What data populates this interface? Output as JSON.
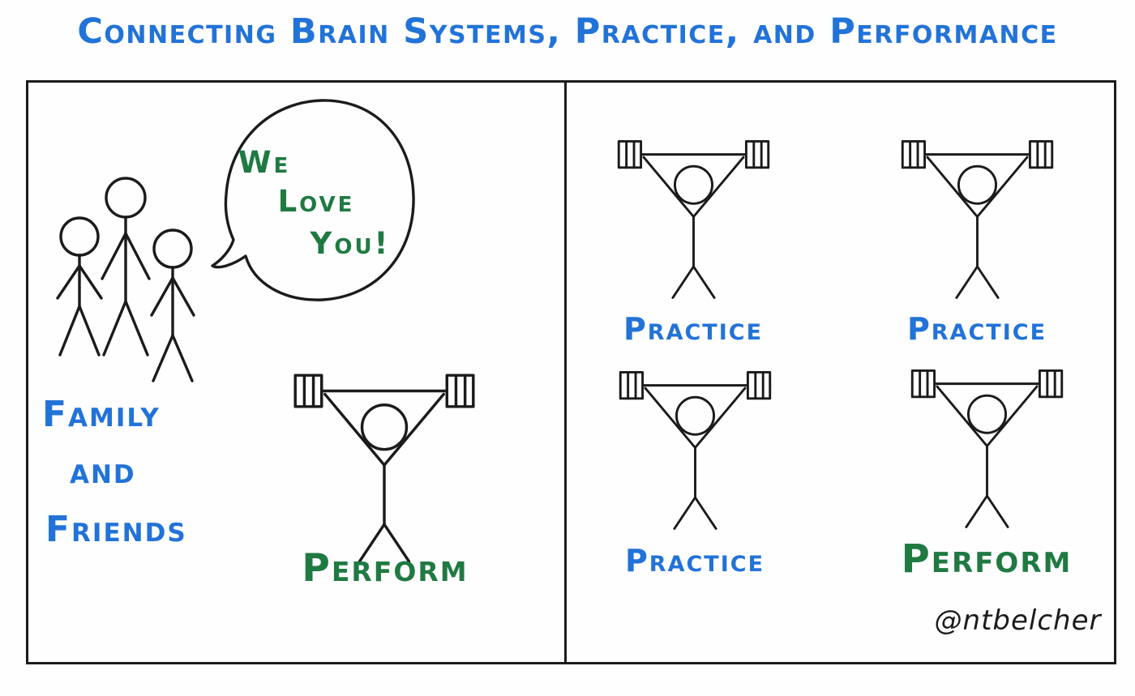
{
  "title": "Connecting Brain Systems, Practice, and Performance",
  "colors": {
    "blue": "#2273d8",
    "green": "#1f7a42",
    "ink": "#1b1b1b"
  },
  "left_panel": {
    "speech_bubble": {
      "line1": "We",
      "line2": "Love",
      "line3": "You!"
    },
    "group_label": {
      "line1": "Family",
      "line2": "and",
      "line3": "Friends"
    },
    "lifter_label": "Perform"
  },
  "right_panel": {
    "lifters": [
      {
        "label": "Practice"
      },
      {
        "label": "Practice"
      },
      {
        "label": "Practice"
      },
      {
        "label": "Perform"
      }
    ],
    "signature": "@ntbelcher"
  }
}
